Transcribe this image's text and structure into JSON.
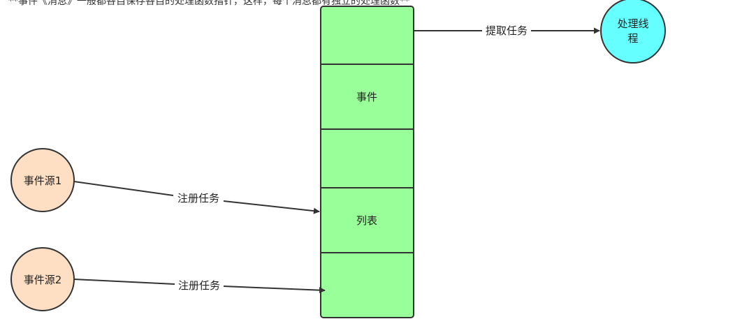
{
  "intro_text": "**事件《消息》一般都各自保存各自的处理函数指针，这样，每个消息都有独立的处理函数**",
  "colors": {
    "queue_fill": "#99ff99",
    "source_fill": "#ffdfc4",
    "processor_fill": "#66ffff",
    "stroke": "#333333"
  },
  "queue": {
    "cells": [
      "",
      "事件",
      "",
      "列表",
      ""
    ]
  },
  "processor": {
    "line1": "处理线",
    "line2": "程"
  },
  "sources": [
    {
      "label": "事件源1"
    },
    {
      "label": "事件源2"
    }
  ],
  "edges": {
    "extract": "提取任务",
    "register1": "注册任务",
    "register2": "注册任务"
  }
}
